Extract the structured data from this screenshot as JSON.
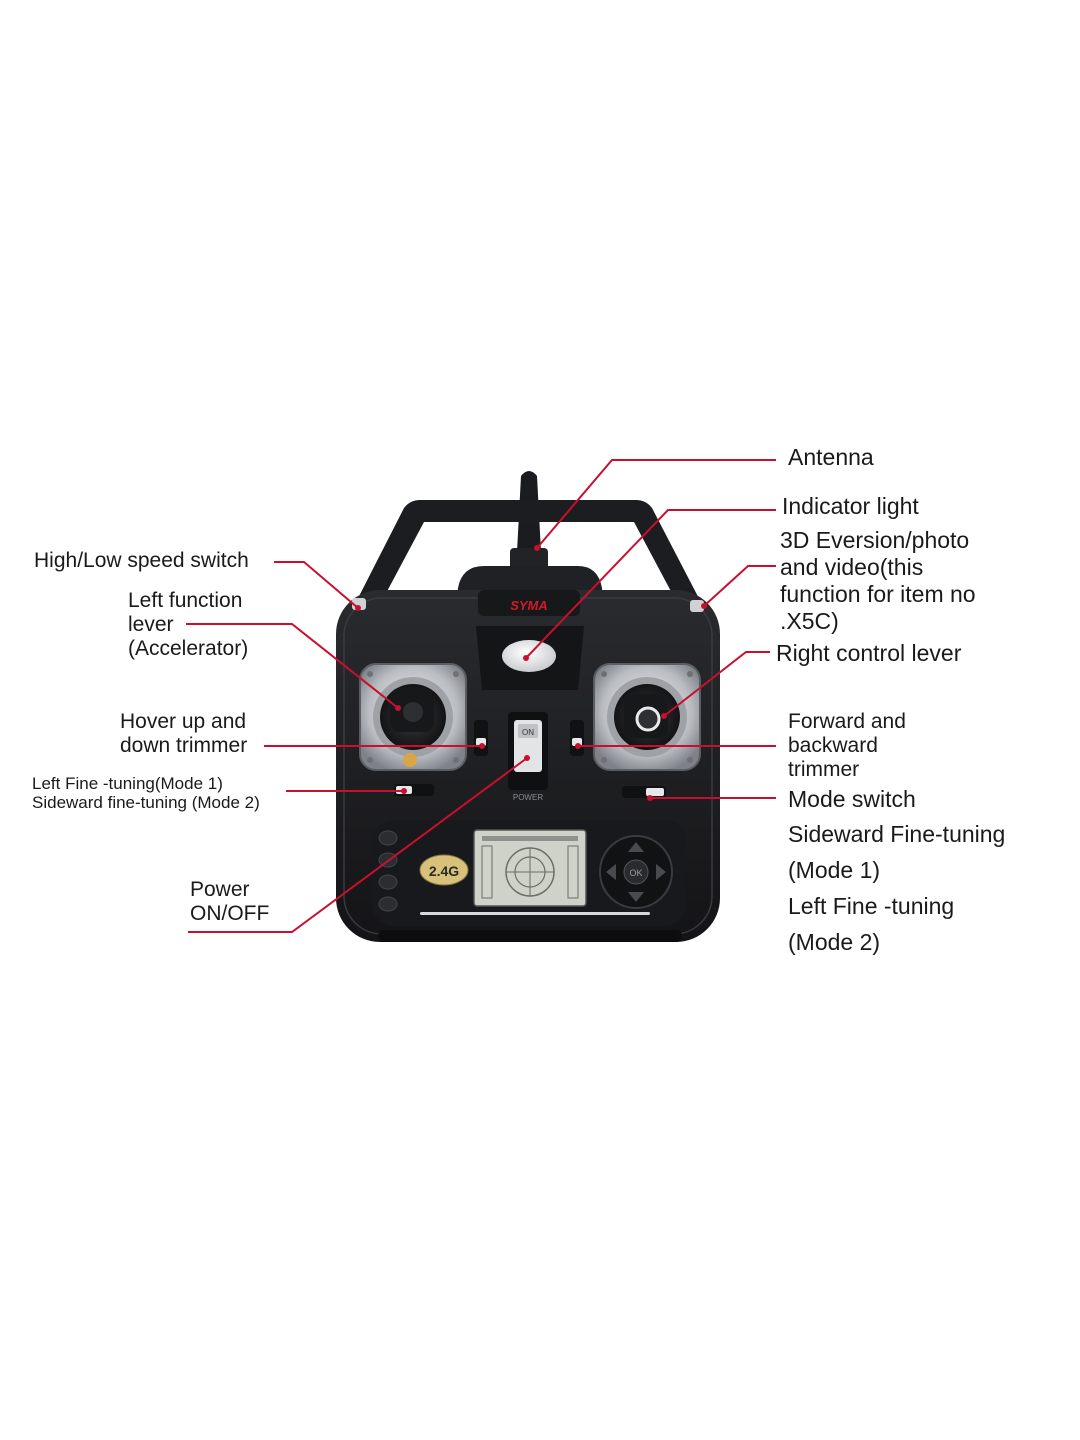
{
  "brand": {
    "logo_text": "SYMA",
    "band_text": "2.4G",
    "power_text": "POWER",
    "on_text": "ON",
    "ok_text": "OK"
  },
  "colors": {
    "leader_line": "#c8102e",
    "body": "#1e1f22",
    "body_edge": "#0c0c0d",
    "chrome": "#c9cbce",
    "lcd": "#cfd2c8",
    "badge": "#d8c27a"
  },
  "labels": {
    "antenna": "Antenna",
    "indicator_light": "Indicator light",
    "eversion": "3D Eversion/photo\nand video(this\nfunction for item no\n.X5C)",
    "right_control_lever": "Right control lever",
    "forward_backward_trimmer": "Forward and\nbackward\ntrimmer",
    "mode_switch": "Mode switch",
    "sideward_left_fine_tuning": "Sideward Fine-tuning\n(Mode 1)\nLeft Fine -tuning\n(Mode 2)",
    "high_low_speed_switch": "High/Low speed switch",
    "left_function_lever": "Left function\nlever\n(Accelerator)",
    "hover_trimmer": "Hover up and\ndown trimmer",
    "left_sideward_fine_tuning": "Left Fine -tuning(Mode 1)\nSideward fine-tuning (Mode 2)",
    "power_on_off": "Power\nON/OFF"
  }
}
